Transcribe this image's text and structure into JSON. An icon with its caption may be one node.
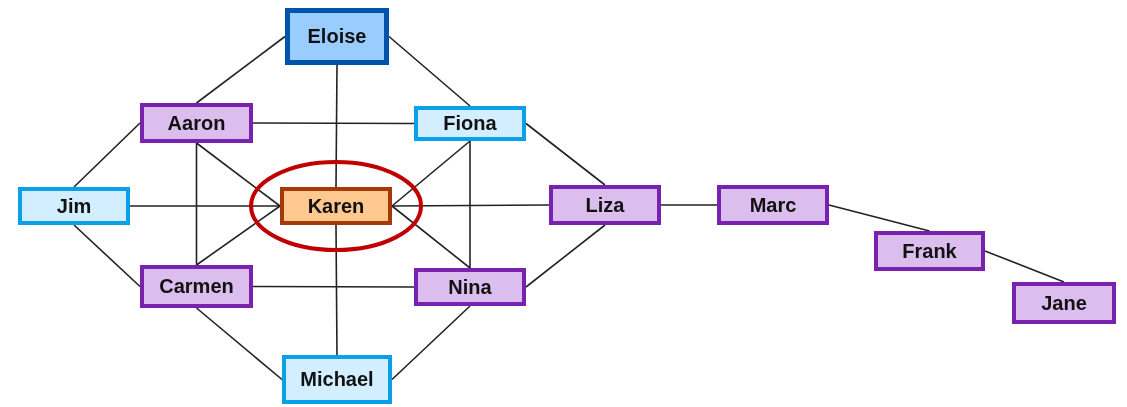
{
  "diagram": {
    "nodes": [
      {
        "text": [
          "Eloise"
        ]
      },
      {
        "text": [
          "Aaron"
        ]
      },
      {
        "text": [
          "Fiona"
        ]
      },
      {
        "text": [
          "Jim"
        ]
      },
      {
        "text": [],
        "shape": "ellipse"
      },
      {
        "text": [
          "Karen"
        ],
        "in": 4
      },
      {
        "text": [
          "Liza"
        ]
      },
      {
        "text": [
          "Marc"
        ]
      },
      {
        "text": [
          "Frank"
        ]
      },
      {
        "text": [
          "Carmen"
        ]
      },
      {
        "text": [
          "Nina"
        ]
      },
      {
        "text": [
          "Jane"
        ]
      },
      {
        "text": [
          "Michael"
        ]
      }
    ],
    "edges": [
      {
        "from": 0,
        "to": 1,
        "arrow": "none"
      },
      {
        "from": 0,
        "to": 2,
        "arrow": "none"
      },
      {
        "from": 0,
        "to": 5,
        "arrow": "none"
      },
      {
        "from": 1,
        "to": 2,
        "arrow": "none"
      },
      {
        "from": 1,
        "to": 3,
        "arrow": "none"
      },
      {
        "from": 1,
        "to": 5,
        "arrow": "none"
      },
      {
        "from": 1,
        "to": 9,
        "arrow": "none"
      },
      {
        "from": 2,
        "to": 5,
        "arrow": "none"
      },
      {
        "from": 2,
        "to": 10,
        "arrow": "none"
      },
      {
        "from": 2,
        "to": 6,
        "arrow": "none"
      },
      {
        "from": 3,
        "to": 5,
        "arrow": "none"
      },
      {
        "from": 3,
        "to": 9,
        "arrow": "none"
      },
      {
        "from": 5,
        "to": 6,
        "arrow": "none"
      },
      {
        "from": 5,
        "to": 10,
        "arrow": "none"
      },
      {
        "from": 5,
        "to": 9,
        "arrow": "none"
      },
      {
        "from": 5,
        "to": 12,
        "arrow": "none"
      },
      {
        "from": 9,
        "to": 10,
        "arrow": "none"
      },
      {
        "from": 9,
        "to": 12,
        "arrow": "none"
      },
      {
        "from": 10,
        "to": 12,
        "arrow": "none"
      },
      {
        "from": 10,
        "to": 6,
        "arrow": "none"
      },
      {
        "from": 6,
        "to": 7,
        "arrow": "none"
      },
      {
        "from": 7,
        "to": 8,
        "arrow": "none"
      },
      {
        "from": 8,
        "to": 11,
        "arrow": "none"
      }
    ]
  }
}
